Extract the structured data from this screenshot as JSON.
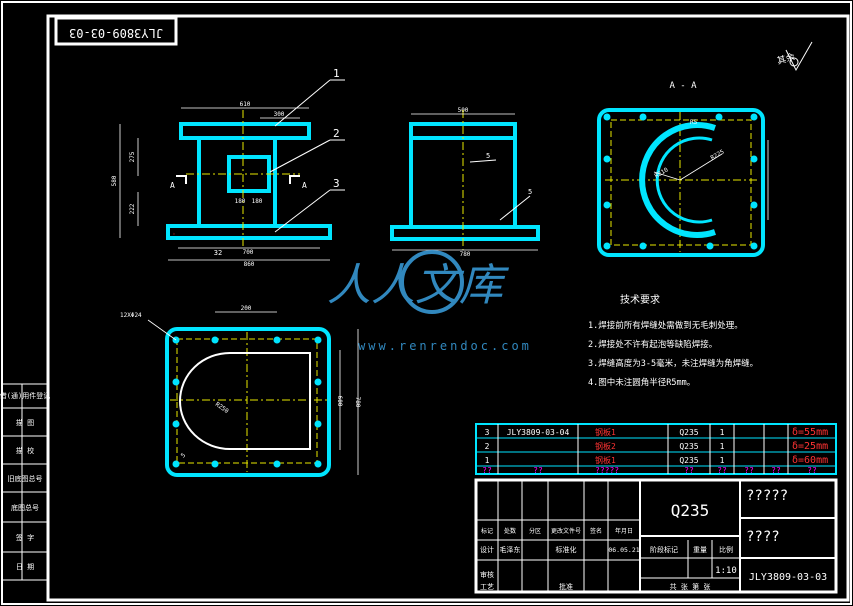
{
  "colors": {
    "background": "#000000",
    "frame": "#ffffff",
    "part_outline": "#00e5ff",
    "center_line": "#e8e800",
    "dimension": "#ffffff",
    "annotation": "#ff3333",
    "highlight": "#ff00ff",
    "watermark": "#3aa0e0"
  },
  "drawing_number_mirrored": "JLY3809-03-03",
  "section_label": "A - A",
  "cut_marks": {
    "left": "A",
    "right": "A"
  },
  "surface_finish": {
    "label": "其余",
    "symbol": "roughness-icon"
  },
  "leader_numbers": [
    "1",
    "2",
    "3"
  ],
  "front_view_dims": {
    "top": "610",
    "top_inner": "300",
    "height_total": "580",
    "upper": "275",
    "lower": "222",
    "window_left": "180",
    "window_right": "180",
    "base_inner": "700",
    "base_total": "860",
    "weld": "32"
  },
  "side_view_dims": {
    "top": "500",
    "bottom": "780",
    "weld_upper": "5",
    "weld_lower": "5"
  },
  "section_dims": {
    "radius_a": "R225",
    "radius_b": "R210",
    "gap": "R5"
  },
  "bottom_view_dims": {
    "hole_spec": "12XΦ24",
    "spacing": "200",
    "radius": "R250",
    "right_inner": "600",
    "right_outer": "780",
    "weld": "5"
  },
  "watermark": {
    "cn": "人人文库",
    "url": "www.renrendoc.com"
  },
  "tech_requirements": {
    "title": "技术要求",
    "items": [
      "1.焊接前所有焊缝处需做到无毛刺处理。",
      "2.焊接处不许有起泡等缺陷焊接。",
      "3.焊缝高度为3-5毫米，未注焊缝为角焊缝。",
      "4.图中未注圆角半径R5mm。"
    ]
  },
  "bom": {
    "rows": [
      {
        "no": "3",
        "code": "JLY3809-03-04",
        "name": "钢板1",
        "material": "Q235",
        "qty": "1",
        "note": "δ=55mm"
      },
      {
        "no": "2",
        "code": "",
        "name": "钢板2",
        "material": "Q235",
        "qty": "1",
        "note": "δ=25mm"
      },
      {
        "no": "1",
        "code": "",
        "name": "钢板1",
        "material": "Q235",
        "qty": "1",
        "note": "δ=60mm"
      }
    ],
    "header": [
      "??",
      "??",
      "?????",
      "??",
      "??",
      "??",
      "??",
      "??"
    ]
  },
  "title_block": {
    "material": "Q235",
    "title1": "?????",
    "title2": "????",
    "drawing_no": "JLY3809-03-03",
    "scale": "1:10",
    "date": "06.05.21",
    "row_labels_mid": [
      "标记",
      "处数",
      "分区",
      "更改文件号",
      "签名",
      "年月日"
    ],
    "row_labels_bottom": [
      "设计",
      "毛泽东",
      "标准化"
    ],
    "stage_labels": [
      "阶段标记",
      "重量",
      "比例"
    ],
    "sheet_label": "共 张 第 张",
    "reviewer_labels": [
      "审核",
      "工艺",
      "批准"
    ]
  },
  "left_strip_labels": [
    "借(通)用件登记",
    "描 图",
    "描 校",
    "旧底图总号",
    "底图总号",
    "签 字",
    "日 期"
  ]
}
